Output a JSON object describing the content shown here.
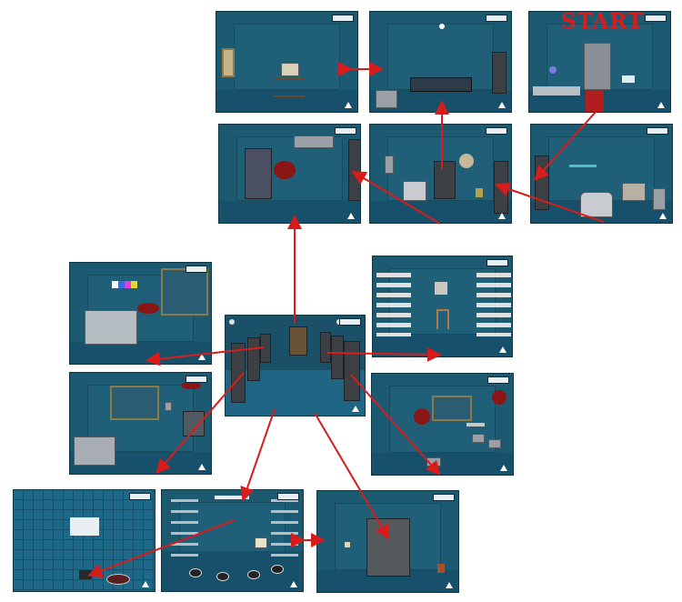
{
  "map": {
    "start_label": "START",
    "room_background": "#1c5a72",
    "arrow_color": "#d81c1c"
  },
  "rooms": [
    {
      "id": "tv-room",
      "icon": "tv-icon"
    },
    {
      "id": "bed-room",
      "icon": "bed-icon"
    },
    {
      "id": "start-room",
      "icon": "safe-icon"
    },
    {
      "id": "fridge-room",
      "icon": "fridge-icon"
    },
    {
      "id": "fan-room",
      "icon": "fan-icon"
    },
    {
      "id": "sink-room",
      "icon": "sink-icon"
    },
    {
      "id": "safe-puzzle-room",
      "icon": "gears-icon"
    },
    {
      "id": "corridor",
      "icon": "door-icon"
    },
    {
      "id": "spike-room",
      "icon": "spike-icon"
    },
    {
      "id": "gear-room",
      "icon": "gears-icon"
    },
    {
      "id": "gear-blood-room",
      "icon": "gears-icon"
    },
    {
      "id": "grid-room",
      "icon": "grid-icon"
    },
    {
      "id": "machine-room",
      "icon": "machine-icon"
    },
    {
      "id": "exit-room",
      "icon": "door-icon"
    }
  ]
}
